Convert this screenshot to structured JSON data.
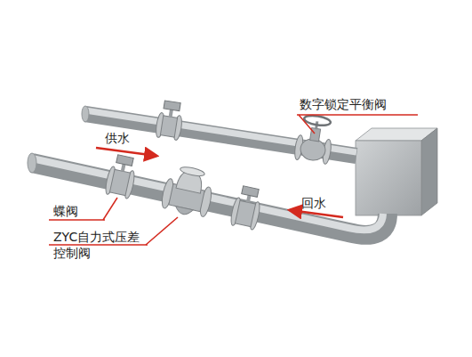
{
  "diagram": {
    "labels": [
      "数字锁定平衡阀",
      "供水",
      "蝶阀",
      "ZYC自力式压差 控制阀",
      "回水"
    ]
  }
}
